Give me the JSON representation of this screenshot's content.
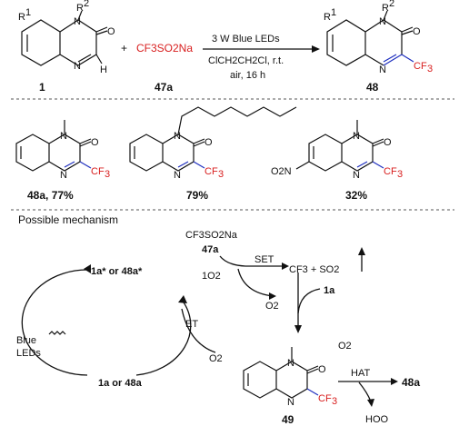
{
  "reaction": {
    "substrate_label": "1",
    "reagent": "CF3SO2Na",
    "reagent_label": "47a",
    "conditions_line1": "3 W Blue LEDs",
    "conditions_line2": "ClCH2CH2Cl, r.t.",
    "conditions_line3": "air, 16 h",
    "product_label": "48"
  },
  "examples": [
    {
      "label": "48a, 77%",
      "yield": "77%"
    },
    {
      "label": "79%",
      "yield": "79%"
    },
    {
      "label": "32%",
      "yield": "32%",
      "substituent": "O2N"
    }
  ],
  "mechanism": {
    "heading": "Possible mechanism",
    "reagent": "CF3SO2Na",
    "reagent_label": "47a",
    "set_label": "SET",
    "radical_products": "CF3 + SO2",
    "excited_state": "1a* or 48a*",
    "ground_state": "1a or 48a",
    "light_line1": "Blue",
    "light_line2": "LEDs",
    "singlet_oxygen": "1O2",
    "oxygen": "O2",
    "superoxide": "O2",
    "et_label": "ET",
    "substrate_1a": "1a",
    "intermediate_label": "49",
    "hat_label": "HAT",
    "final_product": "48a",
    "byproduct": "HOO"
  },
  "colors": {
    "cf3": "#d81e1e",
    "new_bond": "#1f2fbf"
  }
}
